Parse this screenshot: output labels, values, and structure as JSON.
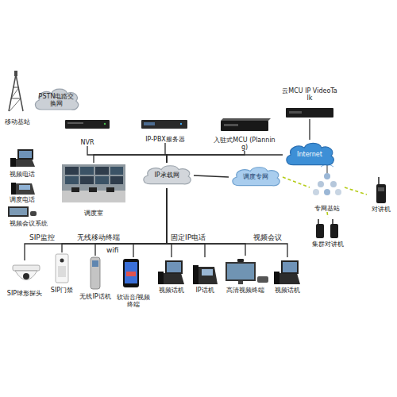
{
  "diagram": {
    "nodes": [
      {
        "text": [
          "PSTN电路交换网"
        ]
      },
      {
        "text": [
          "移动基站"
        ]
      },
      {
        "text": [
          "NVR"
        ]
      },
      {
        "text": [
          "IP-PBX服务器"
        ]
      },
      {
        "text": [
          "入驻式MCU (Planning)"
        ]
      },
      {
        "text": [
          "云MCU IP VideoTalk"
        ]
      },
      {
        "text": [
          "Internet"
        ]
      },
      {
        "text": [
          "调度室"
        ]
      },
      {
        "text": [
          "视频电话"
        ]
      },
      {
        "text": [
          "调度电话"
        ]
      },
      {
        "text": [
          "视频会议系统"
        ]
      },
      {
        "text": [
          "IP承载网"
        ]
      },
      {
        "text": [
          "调度专网"
        ]
      },
      {
        "text": [
          "专网基站"
        ]
      },
      {
        "text": [
          "对讲机"
        ]
      },
      {
        "text": [
          "集群对讲机"
        ]
      },
      {
        "text": [
          "SIP球形探头"
        ]
      },
      {
        "text": [
          "SIP门禁"
        ]
      },
      {
        "text": [
          "无线IP话机"
        ]
      },
      {
        "text": [
          "软语音/视频终端"
        ]
      },
      {
        "text": [
          "视频话机"
        ]
      },
      {
        "text": [
          "IP话机"
        ]
      },
      {
        "text": [
          "高清视频终端"
        ]
      },
      {
        "text": [
          "视频话机"
        ]
      }
    ],
    "edges": [
      {
        "from": 2,
        "to": 11,
        "arrow": "none"
      },
      {
        "from": 3,
        "to": 11,
        "arrow": "none"
      },
      {
        "from": 4,
        "to": 11,
        "arrow": "none"
      },
      {
        "from": 11,
        "to": 6,
        "arrow": "none"
      },
      {
        "from": 7,
        "to": 11,
        "arrow": "none"
      },
      {
        "from": 5,
        "to": 6,
        "arrow": "none"
      },
      {
        "from": 11,
        "to": 12,
        "arrow": "none"
      },
      {
        "from": 12,
        "to": 13,
        "arrow": "none"
      },
      {
        "from": 13,
        "to": 14,
        "arrow": "none"
      },
      {
        "from": 13,
        "to": 15,
        "arrow": "none"
      },
      {
        "from": 11,
        "to": 16,
        "arrow": "none"
      },
      {
        "from": 11,
        "to": 17,
        "arrow": "none"
      },
      {
        "from": 11,
        "to": 18,
        "arrow": "none"
      },
      {
        "from": 11,
        "to": 19,
        "arrow": "none"
      },
      {
        "from": 11,
        "to": 20,
        "arrow": "none"
      },
      {
        "from": 11,
        "to": 21,
        "arrow": "none"
      },
      {
        "from": 11,
        "to": 22,
        "arrow": "none"
      },
      {
        "from": 11,
        "to": 23,
        "arrow": "none"
      }
    ],
    "labels": [
      "SIP监控",
      "无线移动终端",
      "固定IP电话",
      "视频会议",
      "wifi"
    ]
  }
}
